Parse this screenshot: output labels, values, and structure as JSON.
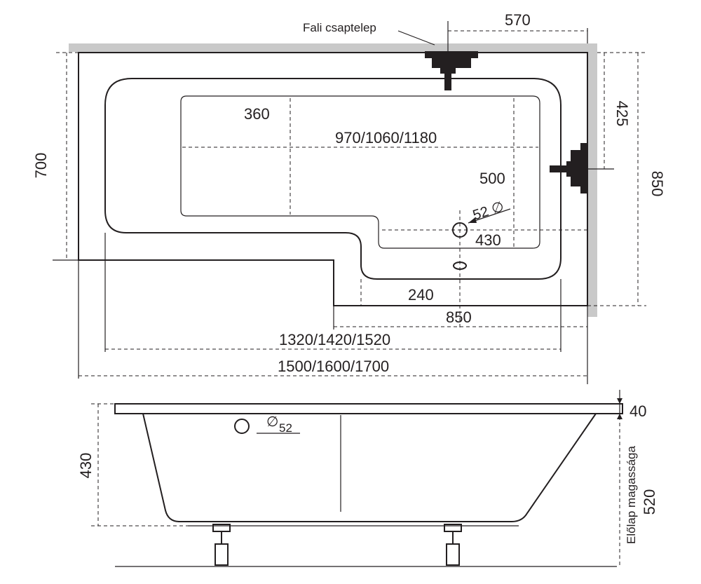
{
  "colors": {
    "line": "#231f20",
    "wall": "#c9c9c9",
    "background": "#ffffff"
  },
  "top_view": {
    "callout_label": "Fali csaptelep",
    "dimensions": {
      "tap_offset": "570",
      "side_tap_offset": "425",
      "overall_depth": "850",
      "narrow_depth": "700",
      "inner_width_head": "360",
      "inner_length": "970/1060/1180",
      "inner_width": "500",
      "drain_diameter": "52 ∅",
      "drain_offset": "430",
      "step_offset": "240",
      "wide_section_length": "850",
      "basin_length": "1320/1420/1520",
      "overall_length": "1500/1600/1700"
    }
  },
  "side_view": {
    "dimensions": {
      "overflow_diameter_symbol": "∅",
      "overflow_diameter_value": "52",
      "rim_thickness": "40",
      "tub_height": "430",
      "front_panel_height": "520",
      "front_panel_label": "Előlap magassága"
    }
  }
}
